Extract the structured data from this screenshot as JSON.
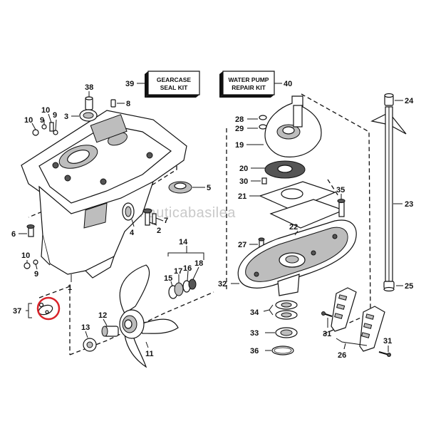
{
  "kits": {
    "gearcase": {
      "number": "39",
      "line1": "GEARCASE",
      "line2": "SEAL KIT"
    },
    "waterpump": {
      "number": "40",
      "line1": "WATER PUMP",
      "line2": "REPAIR KIT"
    }
  },
  "labels": {
    "l38": "38",
    "l8": "8",
    "l10a": "10",
    "l9a": "9",
    "l10b": "10",
    "l9b": "9",
    "l3": "3",
    "l5": "5",
    "l6": "6",
    "l4": "4",
    "l2": "2",
    "l10c": "10",
    "l9c": "9",
    "l1": "1",
    "l14": "14",
    "l17": "17",
    "l16": "16",
    "l18": "18",
    "l15": "15",
    "l7": "7",
    "l37": "37",
    "l12": "12",
    "l13": "13",
    "l11": "11",
    "l24": "24",
    "l28": "28",
    "l29": "29",
    "l19": "19",
    "l20": "20",
    "l30": "30",
    "l21": "21",
    "l35": "35",
    "l23": "23",
    "l27": "27",
    "l22": "22",
    "l32": "32",
    "l25": "25",
    "l34": "34",
    "l31a": "31",
    "l33": "33",
    "l36": "36",
    "l26": "26",
    "l31b": "31"
  },
  "watermark": "nauticabasilea"
}
